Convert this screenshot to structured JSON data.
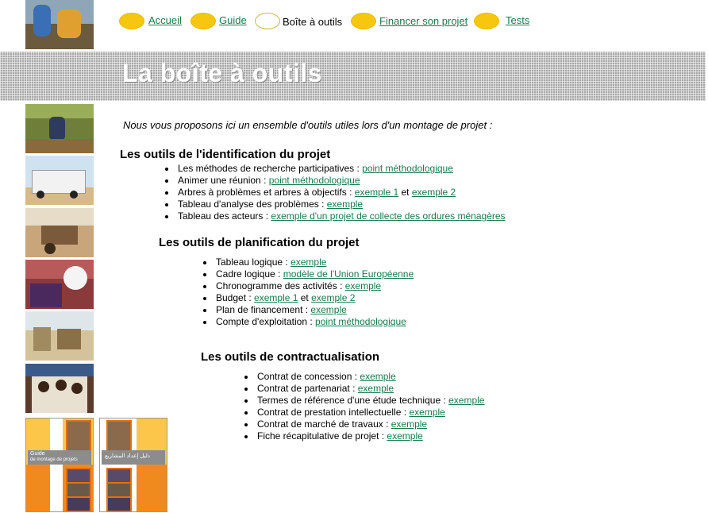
{
  "nav": {
    "items": [
      {
        "label": "Accueil",
        "current": false
      },
      {
        "label": "Guide",
        "current": false
      },
      {
        "label": "Boîte à outils",
        "current": true
      },
      {
        "label": "Financer son projet",
        "current": false
      },
      {
        "label": "Tests",
        "current": false
      }
    ]
  },
  "banner": {
    "title": "La boîte à outils"
  },
  "intro": "Nous vous proposons ici un ensemble d'outils utiles lors d'un montage de projet :",
  "sections": [
    {
      "title": "Les outils de l'identification du projet",
      "items": [
        {
          "text": "Les méthodes de recherche participatives : ",
          "links": [
            "point méthodologique"
          ],
          "sep": ""
        },
        {
          "text": "Animer une réunion : ",
          "links": [
            "point méthodologique"
          ],
          "sep": ""
        },
        {
          "text": "Arbres à problèmes et arbres à objectifs : ",
          "links": [
            "exemple 1",
            "exemple 2"
          ],
          "sep": " et "
        },
        {
          "text": "Tableau d'analyse des problèmes : ",
          "links": [
            "exemple"
          ],
          "sep": ""
        },
        {
          "text": "Tableau des acteurs : ",
          "links": [
            "exemple d'un projet de collecte des ordures ménagères"
          ],
          "sep": ""
        }
      ]
    },
    {
      "title": "Les outils de planification du projet",
      "items": [
        {
          "text": "Tableau logique : ",
          "links": [
            "exemple"
          ],
          "sep": ""
        },
        {
          "text": "Cadre logique : ",
          "links": [
            "modèle de l'Union Européenne"
          ],
          "sep": ""
        },
        {
          "text": "Chronogramme des activités : ",
          "links": [
            "exemple"
          ],
          "sep": ""
        },
        {
          "text": "Budget : ",
          "links": [
            "exemple 1",
            "exemple 2"
          ],
          "sep": " et "
        },
        {
          "text": "Plan de financement : ",
          "links": [
            "exemple"
          ],
          "sep": ""
        },
        {
          "text": "Compte d'exploitation : ",
          "links": [
            "point méthodologique"
          ],
          "sep": ""
        }
      ]
    },
    {
      "title": "Les outils de contractualisation",
      "items": [
        {
          "text": "Contrat de concession : ",
          "links": [
            "exemple"
          ],
          "sep": ""
        },
        {
          "text": "Contrat de partenariat : ",
          "links": [
            "exemple"
          ],
          "sep": ""
        },
        {
          "text": "Termes de référence d'une étude technique : ",
          "links": [
            "exemple"
          ],
          "sep": ""
        },
        {
          "text": "Contrat de prestation intellectuelle : ",
          "links": [
            "exemple"
          ],
          "sep": ""
        },
        {
          "text": "Contrat de marché de travaux : ",
          "links": [
            "exemple"
          ],
          "sep": ""
        },
        {
          "text": "Fiche récapitulative de projet : ",
          "links": [
            "exemple"
          ],
          "sep": ""
        }
      ]
    }
  ],
  "colors": {
    "link": "#1a7a4c",
    "nav_dot": "#f7c70f",
    "book_orange": "#f08a1e",
    "book_yellow": "#fbc64a"
  },
  "books": {
    "left": {
      "title": "Guide",
      "subtitle": "de montage de projets"
    },
    "right": {
      "title": "دليل إعداد المشاريع"
    }
  }
}
